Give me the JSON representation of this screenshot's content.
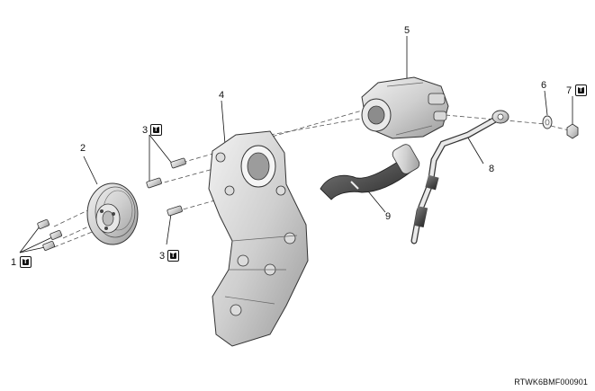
{
  "callouts": {
    "c1": "1",
    "c2": "2",
    "c3a": "3",
    "c3b": "3",
    "c4": "4",
    "c5": "5",
    "c6": "6",
    "c7": "7",
    "c8": "8",
    "c9": "9"
  },
  "torque_badge_letter": "T",
  "figure_code": "RTWK6BMF000901"
}
